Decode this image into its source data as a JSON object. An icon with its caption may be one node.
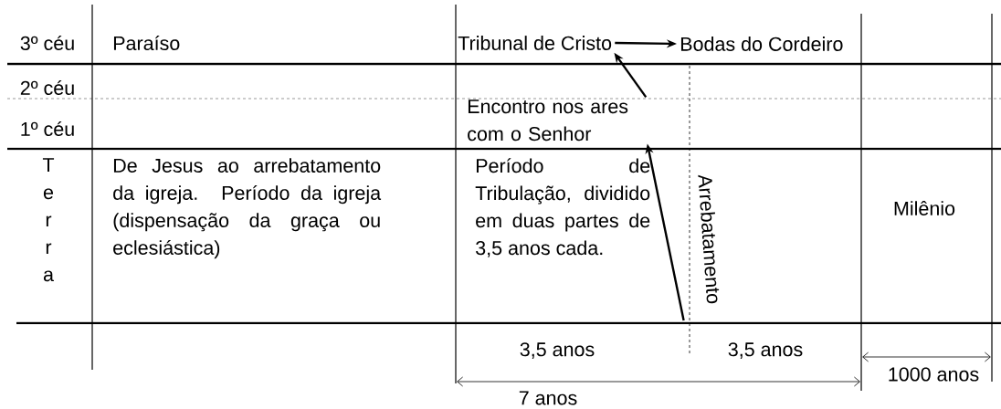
{
  "diagram": {
    "nodes": [
      {
        "text": [
          "Tribunal de Cristo"
        ]
      },
      {
        "text": [
          "Bodas do Cordeiro"
        ]
      },
      {
        "text": [
          "Encontro nos ares com o Senhor"
        ]
      }
    ],
    "edges": [
      {
        "from": null,
        "to": 2,
        "arrow": "to",
        "label": "Arrebatamento"
      },
      {
        "from": 2,
        "to": 0,
        "arrow": "to"
      },
      {
        "from": 0,
        "to": 1,
        "arrow": "to"
      }
    ],
    "labels": [
      "3º céu",
      "Paraíso",
      "2º céu",
      "1º céu",
      "T e r r a",
      "De Jesus ao arrebatamento da igreja. Período da igreja (dispensação da graça ou eclesiástica)",
      "Período de Tribulação, dividido em duas partes de 3,5 anos cada.",
      "Milênio",
      "3,5 anos",
      "3,5 anos",
      "1000 anos",
      "7 anos"
    ]
  }
}
